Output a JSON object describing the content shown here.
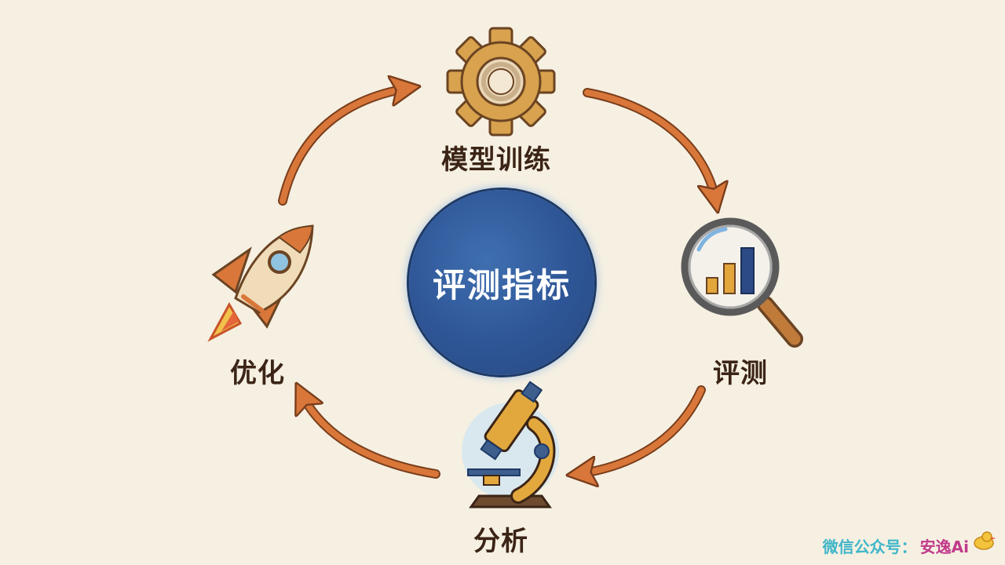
{
  "center": {
    "text": "评测指标"
  },
  "nodes": [
    {
      "id": "train",
      "label": "模型训练",
      "icon": "gear-icon"
    },
    {
      "id": "eval",
      "label": "评测",
      "icon": "magnifier-chart-icon"
    },
    {
      "id": "analysis",
      "label": "分析",
      "icon": "microscope-icon"
    },
    {
      "id": "opt",
      "label": "优化",
      "icon": "rocket-icon"
    }
  ],
  "watermark": {
    "prefix": "微信公众号：",
    "name": "安逸Ai",
    "icon": "duck-icon"
  },
  "colors": {
    "background": "#f6f0e2",
    "arrow": "#d9773a",
    "arrow_outline": "#7a3e1c",
    "center_fill": "#2e5596",
    "label_text": "#3b2416"
  }
}
